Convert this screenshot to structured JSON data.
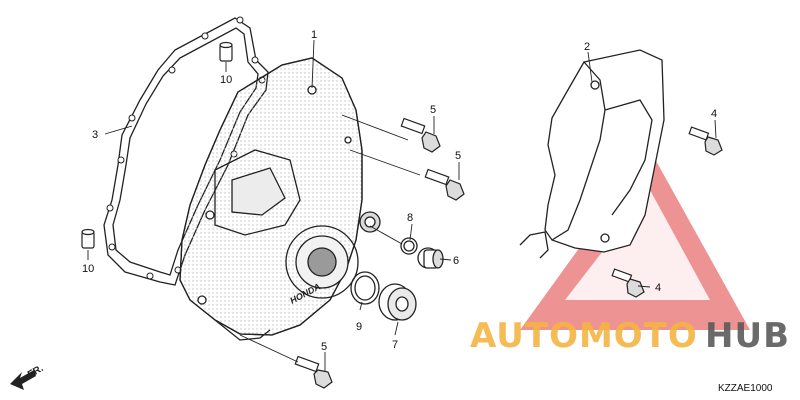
{
  "callouts": [
    {
      "id": "p1",
      "label": "1"
    },
    {
      "id": "p2",
      "label": "2"
    },
    {
      "id": "p3",
      "label": "3"
    },
    {
      "id": "p4a",
      "label": "4"
    },
    {
      "id": "p4b",
      "label": "4"
    },
    {
      "id": "p5a",
      "label": "5"
    },
    {
      "id": "p5b",
      "label": "5"
    },
    {
      "id": "p5c",
      "label": "5"
    },
    {
      "id": "p6",
      "label": "6"
    },
    {
      "id": "p7",
      "label": "7"
    },
    {
      "id": "p8",
      "label": "8"
    },
    {
      "id": "p9",
      "label": "9"
    },
    {
      "id": "p10a",
      "label": "10"
    },
    {
      "id": "p10b",
      "label": "10"
    }
  ],
  "front_marker": "FR.",
  "cover_brand": "HONDA",
  "diagram_code": "KZZAE1000",
  "watermark": {
    "part1": "AUTOMOTO",
    "part2": "HUB",
    "colors": {
      "orange": "#f4b441",
      "dark": "#5a5a5a",
      "triangle": "#e03a3a"
    }
  }
}
